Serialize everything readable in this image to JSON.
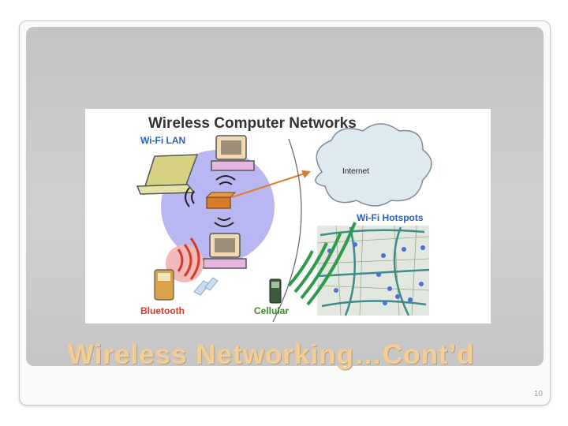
{
  "slide": {
    "title": "Wireless Networking…Cont’d",
    "page_number": "10"
  },
  "figure": {
    "heading": "Wireless Computer Networks",
    "wifi_lan_label": "Wi-Fi LAN",
    "internet_label": "Internet",
    "hotspots_label": "Wi-Fi Hotspots",
    "bluetooth_label": "Bluetooth",
    "cellular_label": "Cellular"
  },
  "colors": {
    "title": "#f0cf9c",
    "label_blue": "#2d5fbf",
    "label_red": "#d33a2a",
    "label_green": "#3c8a2e",
    "lan_circle": "#b9b7f2"
  }
}
